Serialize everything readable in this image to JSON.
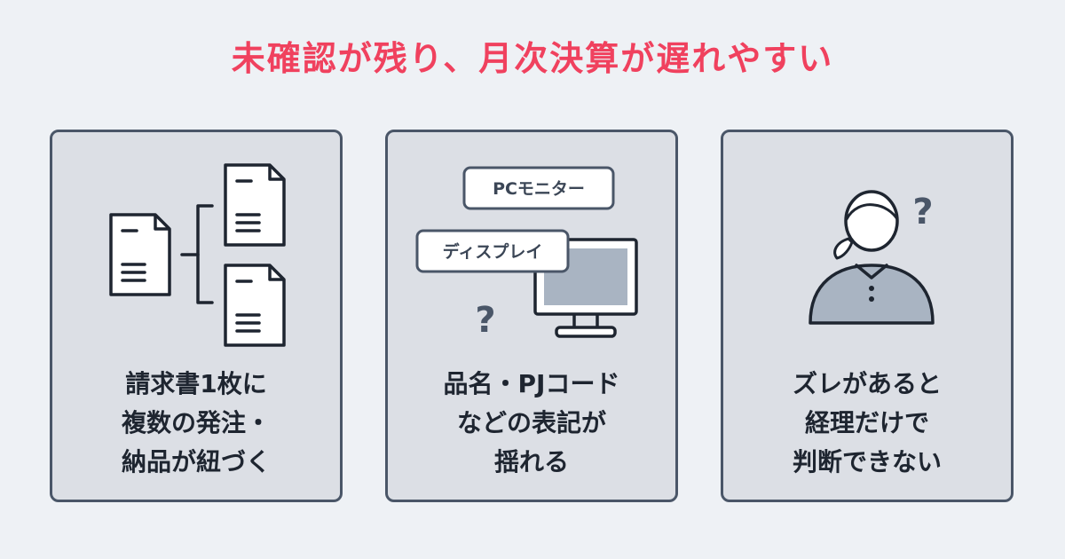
{
  "title": "未確認が残り、月次決算が遅れやすい",
  "colors": {
    "title": "#f0415e",
    "card_background": "#dcdfe5",
    "card_border": "#4a5668",
    "page_background": "#eef1f5"
  },
  "cards": [
    {
      "icons": [
        "document-icon",
        "branch-connector-icon",
        "document-icon",
        "document-icon"
      ],
      "caption": [
        "請求書1枚に",
        "複数の発注・",
        "納品が紐づく"
      ]
    },
    {
      "icons": [
        "monitor-icon",
        "question-mark-icon"
      ],
      "tags": [
        "PCモニター",
        "ディスプレイ"
      ],
      "question": "?",
      "caption": [
        "品名・PJコード",
        "などの表記が",
        "揺れる"
      ]
    },
    {
      "icons": [
        "person-icon",
        "question-mark-icon"
      ],
      "question": "?",
      "caption": [
        "ズレがあると",
        "経理だけで",
        "判断できない"
      ]
    }
  ]
}
